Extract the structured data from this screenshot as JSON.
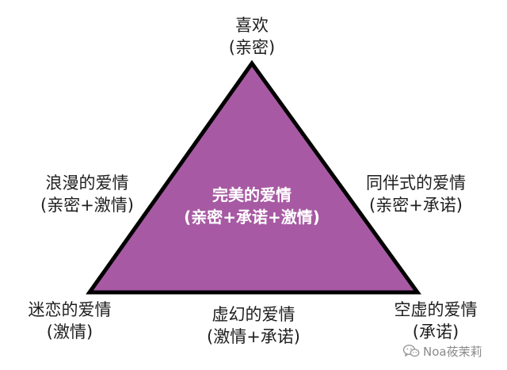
{
  "diagram": {
    "center": {
      "title": "完美的爱情",
      "components": "(亲密+承诺+激情)"
    },
    "top": {
      "title": "喜欢",
      "components": "(亲密)"
    },
    "left_mid": {
      "title": "浪漫的爱情",
      "components": "(亲密+激情)"
    },
    "right_mid": {
      "title": "同伴式的爱情",
      "components": "(亲密+承诺)"
    },
    "bottom_left": {
      "title": "迷恋的爱情",
      "components": "(激情)"
    },
    "bottom_mid": {
      "title": "虚幻的爱情",
      "components": "(激情+承诺)"
    },
    "bottom_right": {
      "title": "空虚的爱情",
      "components": "(承诺)"
    }
  },
  "colors": {
    "triangle_fill": "#a75aa3",
    "triangle_stroke": "#000000",
    "center_text": "#ffffff",
    "label_text": "#1e1e1e"
  },
  "watermark": {
    "icon": "wechat-icon",
    "text": "Noa莜茉莉"
  }
}
